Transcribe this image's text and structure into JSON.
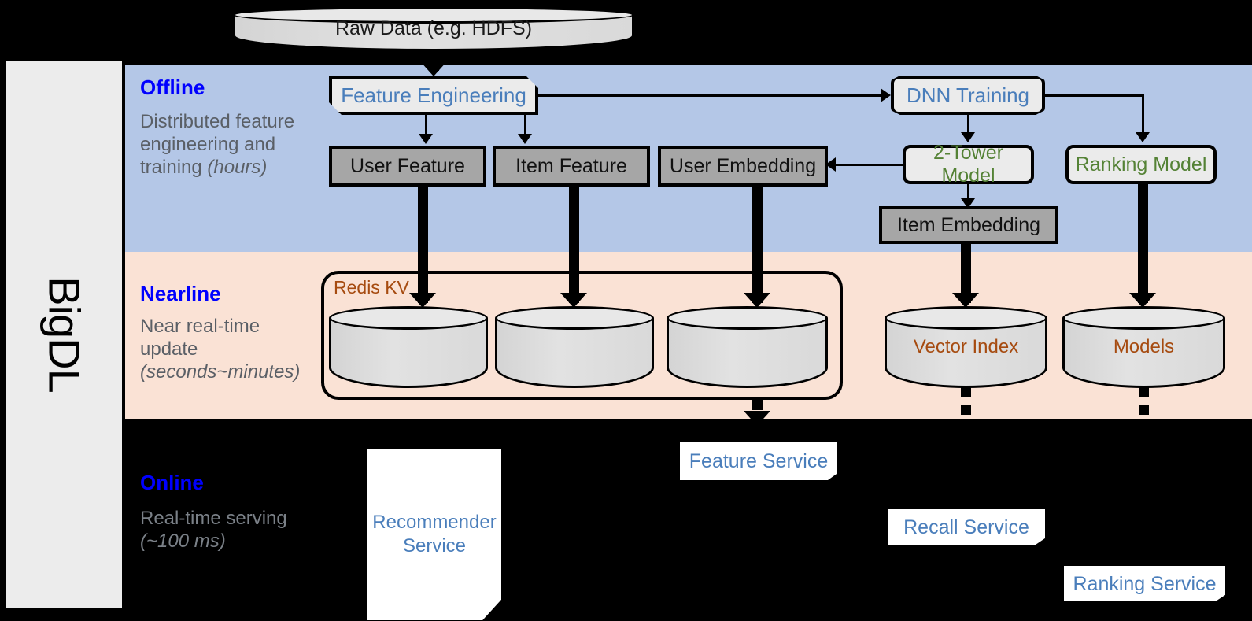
{
  "platform": {
    "name": "BigDL"
  },
  "top_source": {
    "label": "Raw Data (e.g. HDFS)"
  },
  "bands": {
    "offline": {
      "title": "Offline",
      "description_main": "Distributed feature engineering and training ",
      "description_em": "(hours)"
    },
    "nearline": {
      "title": "Nearline",
      "description_main": "Near real-time update ",
      "description_em": "(seconds~minutes)"
    },
    "online": {
      "title": "Online",
      "description_main": "Real-time serving ",
      "description_em": "(~100 ms)"
    }
  },
  "offline_nodes": {
    "feature_engineering": "Feature Engineering",
    "dnn_training": "DNN Training",
    "user_feature": "User Feature",
    "item_feature": "Item Feature",
    "user_embedding": "User Embedding",
    "two_tower_model": "2-Tower Model",
    "ranking_model": "Ranking Model",
    "item_embedding": "Item Embedding"
  },
  "nearline_nodes": {
    "redis_kv": "Redis KV",
    "store_user": "",
    "store_item": "",
    "store_embedding": "",
    "vector_index": "Vector Index",
    "models": "Models"
  },
  "online_nodes": {
    "recommender_service": "Recommender Service",
    "feature_service": "Feature Service",
    "recall_service": "Recall Service",
    "ranking_service": "Ranking Service"
  },
  "colors": {
    "offline_band": "#b4c7e7",
    "nearline_band": "#fae2d5",
    "online_band": "#000000",
    "band_title": "#0000ff",
    "process_text": "#4a7ebb",
    "model_text": "#548235",
    "storage_text": "#a64b10",
    "data_box": "#a6a6a6",
    "panel": "#ececec"
  }
}
